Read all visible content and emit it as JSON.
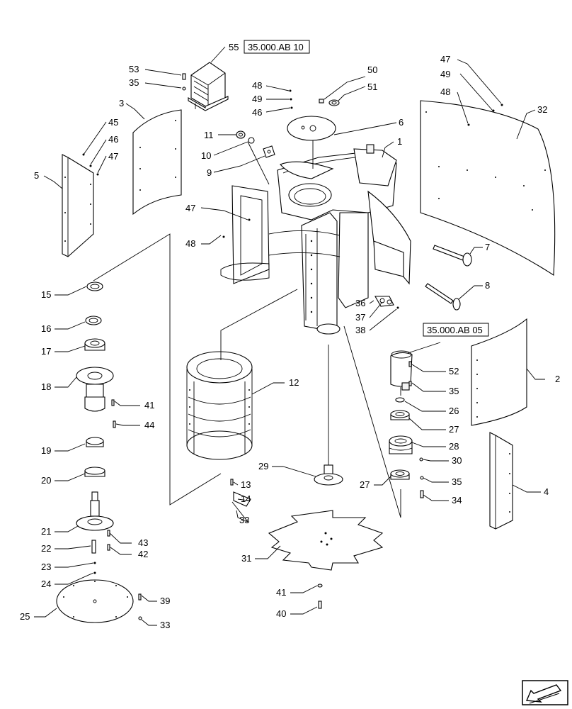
{
  "callouts": [
    {
      "id": "c55",
      "text": "55"
    },
    {
      "id": "c53",
      "text": "53"
    },
    {
      "id": "c35a",
      "text": "35"
    },
    {
      "id": "c3",
      "text": "3"
    },
    {
      "id": "c45",
      "text": "45"
    },
    {
      "id": "c46a",
      "text": "46"
    },
    {
      "id": "c47a",
      "text": "47"
    },
    {
      "id": "c5",
      "text": "5"
    },
    {
      "id": "c48a",
      "text": "48"
    },
    {
      "id": "c49a",
      "text": "49"
    },
    {
      "id": "c46b",
      "text": "46"
    },
    {
      "id": "c50",
      "text": "50"
    },
    {
      "id": "c51",
      "text": "51"
    },
    {
      "id": "c6",
      "text": "6"
    },
    {
      "id": "c11",
      "text": "11"
    },
    {
      "id": "c10",
      "text": "10"
    },
    {
      "id": "c9",
      "text": "9"
    },
    {
      "id": "c1",
      "text": "1"
    },
    {
      "id": "c47b",
      "text": "47"
    },
    {
      "id": "c48b",
      "text": "48"
    },
    {
      "id": "c47c",
      "text": "47"
    },
    {
      "id": "c49b",
      "text": "49"
    },
    {
      "id": "c48c",
      "text": "48"
    },
    {
      "id": "c32",
      "text": "32"
    },
    {
      "id": "c7",
      "text": "7"
    },
    {
      "id": "c8",
      "text": "8"
    },
    {
      "id": "c15",
      "text": "15"
    },
    {
      "id": "c16",
      "text": "16"
    },
    {
      "id": "c17",
      "text": "17"
    },
    {
      "id": "c18",
      "text": "18"
    },
    {
      "id": "c41a",
      "text": "41"
    },
    {
      "id": "c44",
      "text": "44"
    },
    {
      "id": "c19",
      "text": "19"
    },
    {
      "id": "c20",
      "text": "20"
    },
    {
      "id": "c21",
      "text": "21"
    },
    {
      "id": "c43",
      "text": "43"
    },
    {
      "id": "c42",
      "text": "42"
    },
    {
      "id": "c22",
      "text": "22"
    },
    {
      "id": "c23",
      "text": "23"
    },
    {
      "id": "c24",
      "text": "24"
    },
    {
      "id": "c25",
      "text": "25"
    },
    {
      "id": "c39",
      "text": "39"
    },
    {
      "id": "c33a",
      "text": "33"
    },
    {
      "id": "c12",
      "text": "12"
    },
    {
      "id": "c36",
      "text": "36"
    },
    {
      "id": "c37",
      "text": "37"
    },
    {
      "id": "c38",
      "text": "38"
    },
    {
      "id": "c52",
      "text": "52"
    },
    {
      "id": "c35b",
      "text": "35"
    },
    {
      "id": "c26",
      "text": "26"
    },
    {
      "id": "c27a",
      "text": "27"
    },
    {
      "id": "c28",
      "text": "28"
    },
    {
      "id": "c30",
      "text": "30"
    },
    {
      "id": "c35c",
      "text": "35"
    },
    {
      "id": "c34",
      "text": "34"
    },
    {
      "id": "c27b",
      "text": "27"
    },
    {
      "id": "c2",
      "text": "2"
    },
    {
      "id": "c4",
      "text": "4"
    },
    {
      "id": "c29",
      "text": "29"
    },
    {
      "id": "c13",
      "text": "13"
    },
    {
      "id": "c14",
      "text": "14"
    },
    {
      "id": "c33b",
      "text": "33"
    },
    {
      "id": "c31",
      "text": "31"
    },
    {
      "id": "c41b",
      "text": "41"
    },
    {
      "id": "c40",
      "text": "40"
    }
  ],
  "references": [
    {
      "id": "ref1",
      "text": "35.000.AB 10"
    },
    {
      "id": "ref2",
      "text": "35.000.AB 05"
    }
  ],
  "nav_icon": "previous-page-arrow-icon"
}
